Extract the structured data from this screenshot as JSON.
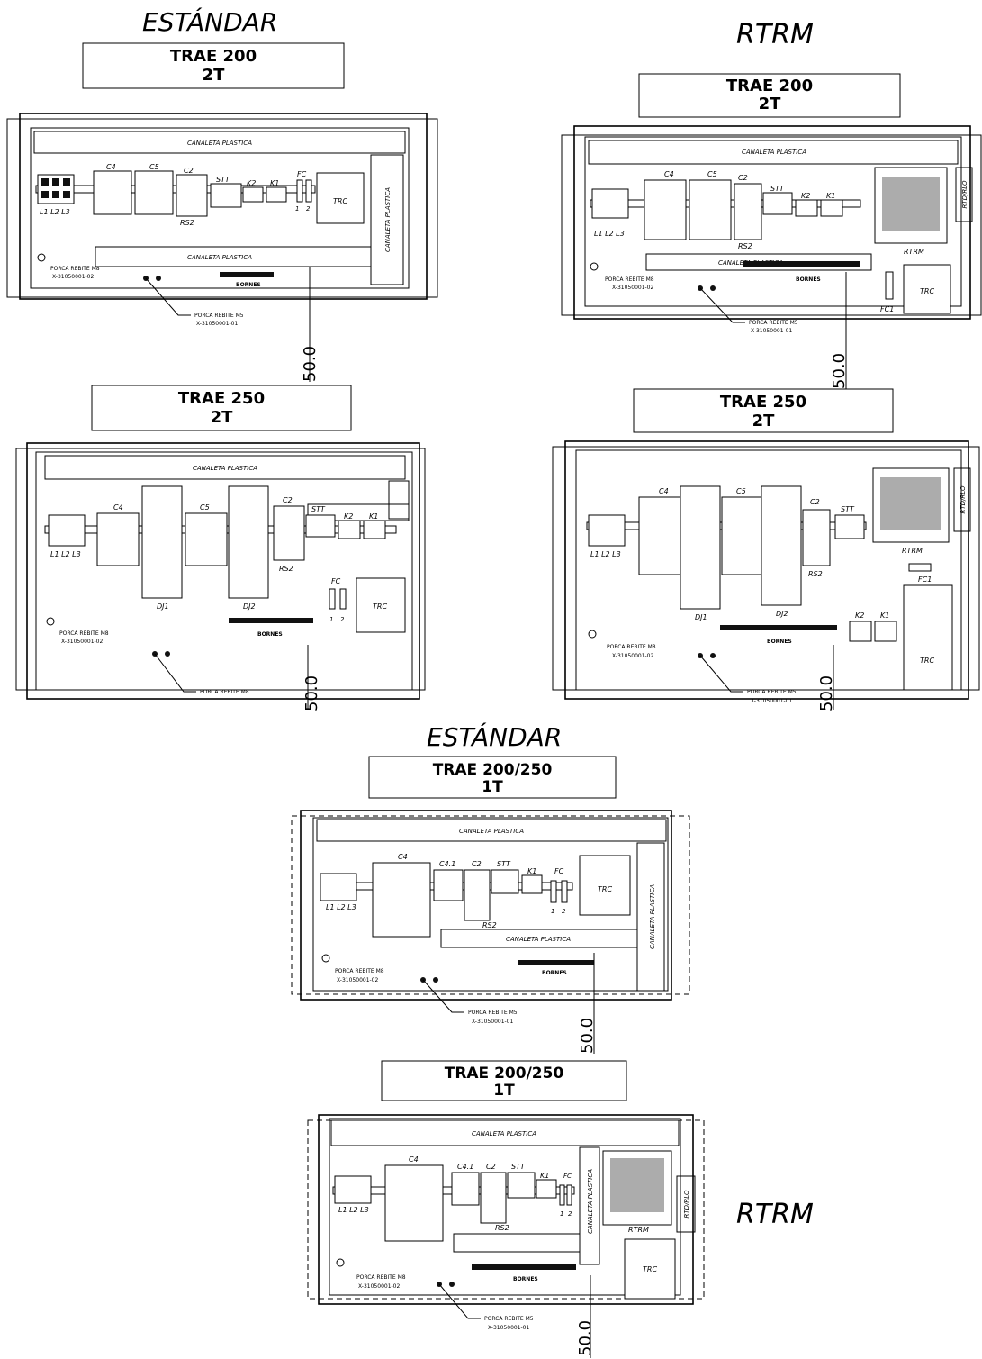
{
  "sections": {
    "estandar_top": "ESTÁNDAR",
    "rtrm_top": "RTRM",
    "estandar_mid": "ESTÁNDAR",
    "rtrm_bottom": "RTRM"
  },
  "panels": [
    {
      "id": "p1",
      "title_l1": "TRAE 200",
      "title_l2": "2T",
      "canaleta_top": "CANALETA PLASTICA",
      "canaleta_mid": "CANALETA PLASTICA",
      "canaleta_v": "CANALETA PLASTICA",
      "c4": "C4",
      "c5": "C5",
      "c2": "C2",
      "stt": "STT",
      "k2": "K2",
      "k1": "K1",
      "fc": "FC",
      "fc1": "1",
      "fc2": "2",
      "trc": "TRC",
      "rs2": "RS2",
      "lines": "L1 L2 L3",
      "bornes": "BORNES",
      "porca_m8": "PORCA REBITE M8",
      "porca_m8_code": "X-31050001-02",
      "porca_m5": "PORCA REBITE M5",
      "porca_m5_code": "X-31050001-01",
      "dim": "50.0"
    },
    {
      "id": "p2",
      "title_l1": "TRAE 200",
      "title_l2": "2T",
      "canaleta_top": "CANALETA PLASTICA",
      "canaleta_mid": "CANALETA PLASTICA",
      "c4": "C4",
      "c5": "C5",
      "c2": "C2",
      "stt": "STT",
      "k2": "K2",
      "k1": "K1",
      "trc": "TRC",
      "rs2": "RS2",
      "rtrm": "RTRM",
      "rtd": "RTD/RLO",
      "fc1": "FC1",
      "lines": "L1 L2 L3",
      "bornes": "BORNES",
      "porca_m8": "PORCA REBITE M8",
      "porca_m8_code": "X-31050001-02",
      "porca_m5": "PORCA REBITE M5",
      "porca_m5_code": "X-31050001-01",
      "dim": "50.0"
    },
    {
      "id": "p3",
      "title_l1": "TRAE 250",
      "title_l2": "2T",
      "canaleta_top": "CANALETA PLASTICA",
      "c4": "C4",
      "c5": "C5",
      "c2": "C2",
      "stt": "STT",
      "k2": "K2",
      "k1": "K1",
      "dj1": "DJ1",
      "dj2": "DJ2",
      "fc": "FC",
      "fc1": "1",
      "fc2": "2",
      "trc": "TRC",
      "rs2": "RS2",
      "lines": "L1 L2 L3",
      "bornes": "BORNES",
      "porca_m8": "PORCA REBITE M8",
      "porca_m8_code": "X-31050001-02",
      "porca_m8b": "PORCA REBITE M8",
      "dim": "50.0"
    },
    {
      "id": "p4",
      "title_l1": "TRAE 250",
      "title_l2": "2T",
      "c4": "C4",
      "c5": "C5",
      "c2": "C2",
      "stt": "STT",
      "k2": "K2",
      "k1": "K1",
      "dj1": "DJ1",
      "dj2": "DJ2",
      "trc": "TRC",
      "rs2": "RS2",
      "rtrm": "RTRM",
      "rtd": "RTD/RLO",
      "fc1": "FC1",
      "lines": "L1 L2 L3",
      "bornes": "BORNES",
      "porca_m8": "PORCA REBITE M8",
      "porca_m8_code": "X-31050001-02",
      "porca_m5": "PORCA REBITE M5",
      "porca_m5_code": "X-31050001-01",
      "dim": "50.0"
    },
    {
      "id": "p5",
      "title_l1": "TRAE 200/250",
      "title_l2": "1T",
      "canaleta_top": "CANALETA PLASTICA",
      "canaleta_mid": "CANALETA PLASTICA",
      "canaleta_v": "CANALETA PLASTICA",
      "c4": "C4",
      "c41": "C4.1",
      "c2": "C2",
      "stt": "STT",
      "k1": "K1",
      "fc": "FC",
      "fc1": "1",
      "fc2": "2",
      "trc": "TRC",
      "rs2": "RS2",
      "lines": "L1 L2 L3",
      "bornes": "BORNES",
      "porca_m8": "PORCA REBITE M8",
      "porca_m8_code": "X-31050001-02",
      "porca_m5": "PORCA REBITE M5",
      "porca_m5_code": "X-31050001-01",
      "dim": "50.0"
    },
    {
      "id": "p6",
      "title_l1": "TRAE 200/250",
      "title_l2": "1T",
      "canaleta_top": "CANALETA PLASTICA",
      "canaleta_v": "CANALETA PLASTICA",
      "c4": "C4",
      "c41": "C4.1",
      "c2": "C2",
      "stt": "STT",
      "k1": "K1",
      "fc": "FC",
      "fc1": "1",
      "fc2": "2",
      "trc": "TRC",
      "rs2": "RS2",
      "rtrm": "RTRM",
      "rtd": "RTD/RLO",
      "lines": "L1 L2 L3",
      "bornes": "BORNES",
      "porca_m8": "PORCA REBITE M8",
      "porca_m8_code": "X-31050001-02",
      "porca_m5": "PORCA REBITE M5",
      "porca_m5_code": "X-31050001-01",
      "dim": "50.0"
    }
  ]
}
